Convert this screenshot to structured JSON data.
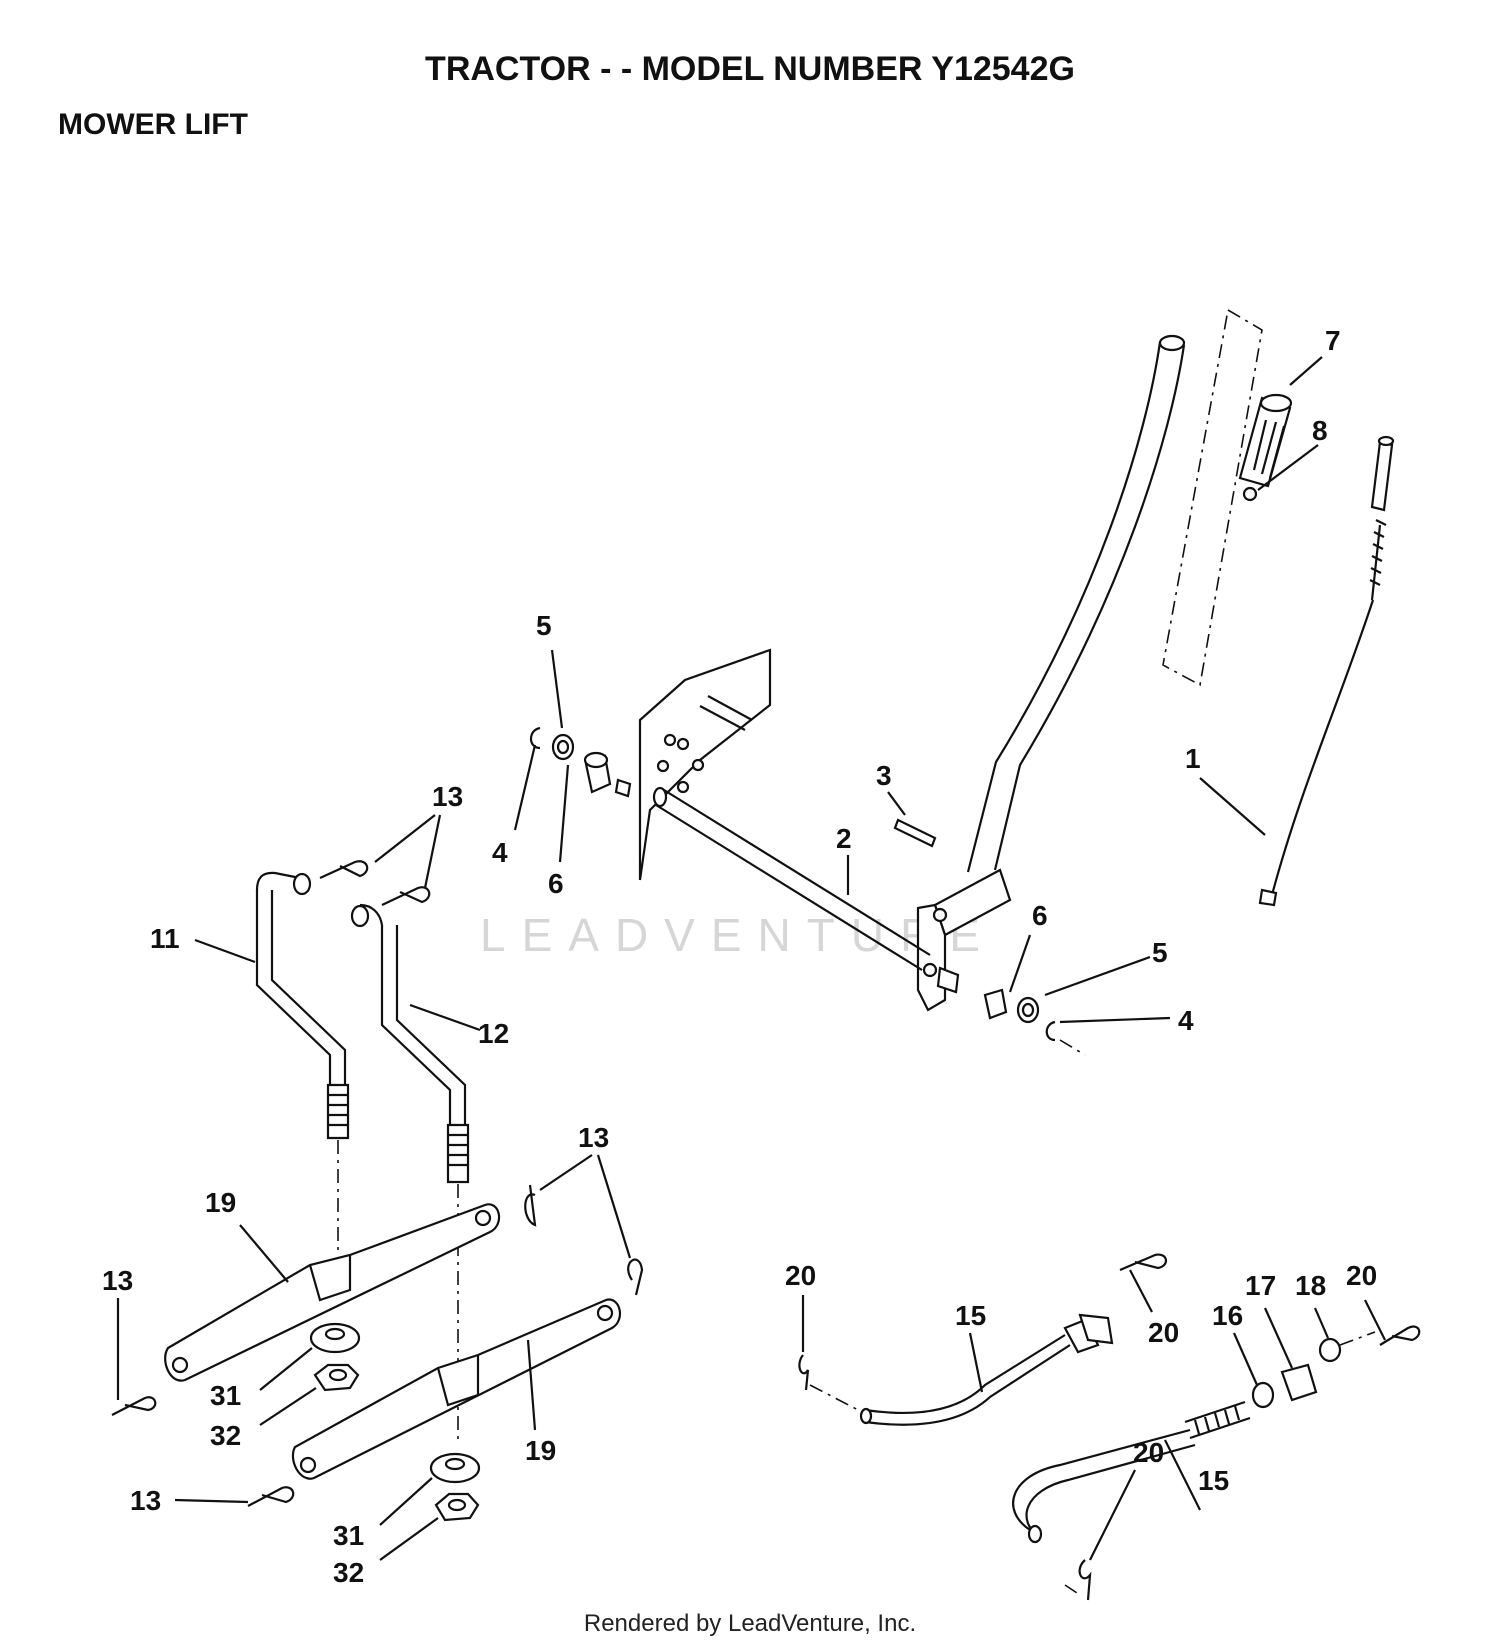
{
  "header": {
    "title": "TRACTOR - - MODEL NUMBER Y12542G",
    "section": "MOWER LIFT"
  },
  "watermark": "LEADVENTURE",
  "footer": "Rendered by LeadVenture, Inc.",
  "callouts": [
    {
      "id": "c1",
      "text": "1"
    },
    {
      "id": "c2",
      "text": "2"
    },
    {
      "id": "c3",
      "text": "3"
    },
    {
      "id": "c4a",
      "text": "4"
    },
    {
      "id": "c4b",
      "text": "4"
    },
    {
      "id": "c5a",
      "text": "5"
    },
    {
      "id": "c5b",
      "text": "5"
    },
    {
      "id": "c6a",
      "text": "6"
    },
    {
      "id": "c6b",
      "text": "6"
    },
    {
      "id": "c7",
      "text": "7"
    },
    {
      "id": "c8",
      "text": "8"
    },
    {
      "id": "c11",
      "text": "11"
    },
    {
      "id": "c12",
      "text": "12"
    },
    {
      "id": "c13a",
      "text": "13"
    },
    {
      "id": "c13b",
      "text": "13"
    },
    {
      "id": "c13c",
      "text": "13"
    },
    {
      "id": "c13d",
      "text": "13"
    },
    {
      "id": "c15a",
      "text": "15"
    },
    {
      "id": "c15b",
      "text": "15"
    },
    {
      "id": "c16",
      "text": "16"
    },
    {
      "id": "c17",
      "text": "17"
    },
    {
      "id": "c18",
      "text": "18"
    },
    {
      "id": "c19a",
      "text": "19"
    },
    {
      "id": "c19b",
      "text": "19"
    },
    {
      "id": "c20a",
      "text": "20"
    },
    {
      "id": "c20b",
      "text": "20"
    },
    {
      "id": "c20c",
      "text": "20"
    },
    {
      "id": "c20d",
      "text": "20"
    },
    {
      "id": "c31a",
      "text": "31"
    },
    {
      "id": "c31b",
      "text": "31"
    },
    {
      "id": "c32a",
      "text": "32"
    },
    {
      "id": "c32b",
      "text": "32"
    }
  ]
}
